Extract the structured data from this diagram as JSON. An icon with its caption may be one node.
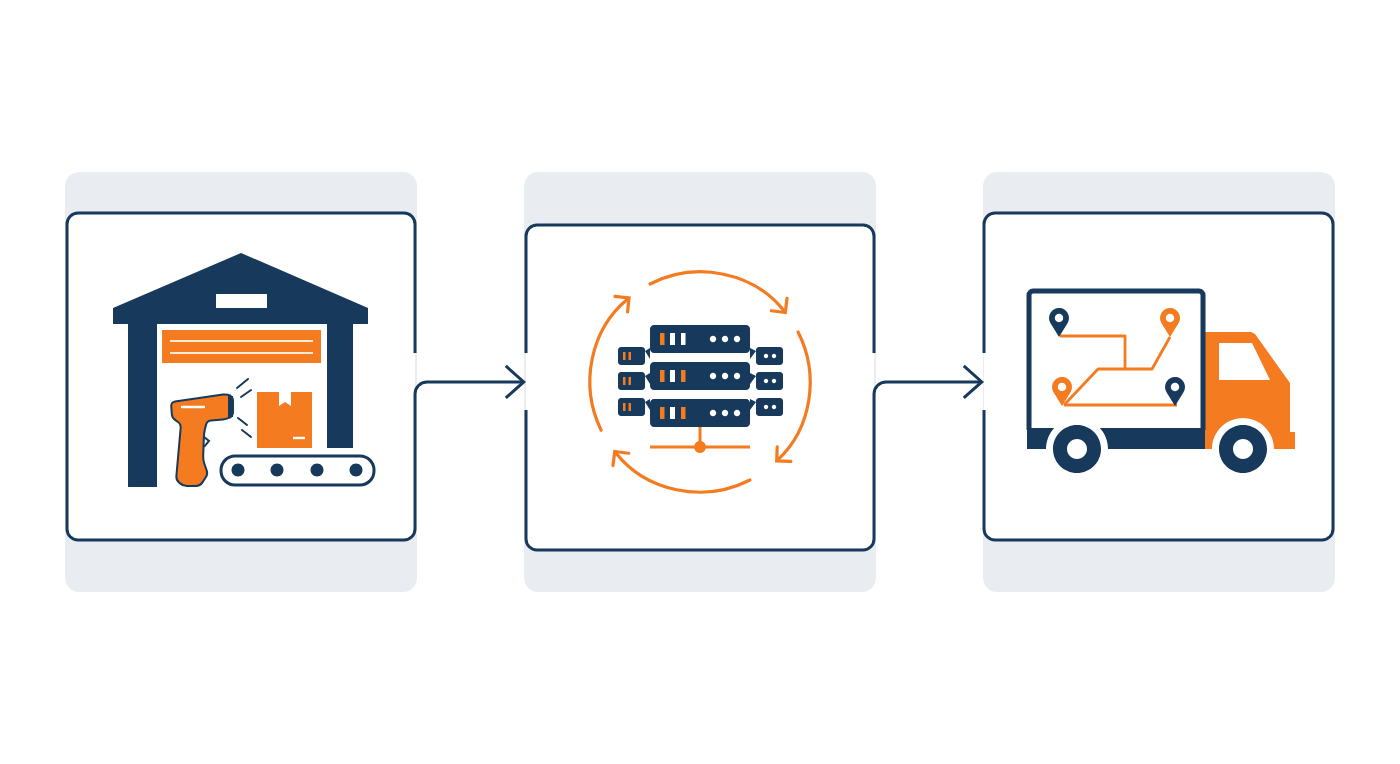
{
  "diagram": {
    "nodes": [
      {
        "text": [],
        "shape": "box"
      },
      {
        "text": [],
        "shape": "box"
      },
      {
        "text": [],
        "shape": "box"
      }
    ],
    "edges": [
      {
        "from": 0,
        "to": 1,
        "arrow": "to"
      },
      {
        "from": 1,
        "to": 2,
        "arrow": "to"
      }
    ]
  }
}
